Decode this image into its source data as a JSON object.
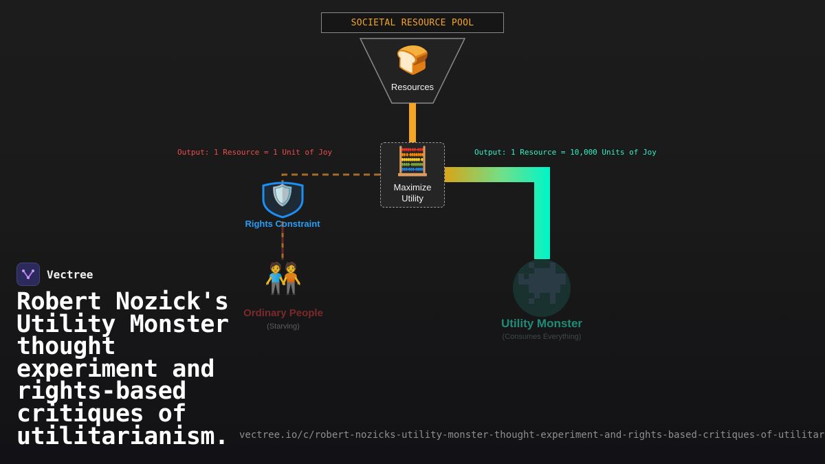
{
  "diagram": {
    "pool_title": "SOCIETAL RESOURCE POOL",
    "resources": {
      "emoji": "🍞",
      "label": "Resources"
    },
    "calculator": {
      "emoji": "🧮",
      "line1": "Maximize",
      "line2": "Utility"
    },
    "output_left": "Output: 1 Resource = 1 Unit of Joy",
    "output_right": "Output: 1 Resource = 10,000 Units of Joy",
    "rights": {
      "emoji": "🛡️",
      "label": "Rights Constraint"
    },
    "people": {
      "emoji": "🧑‍🤝‍🧑",
      "label": "Ordinary People",
      "sub": "(Starving)"
    },
    "monster": {
      "emoji": "👾",
      "label": "Utility Monster",
      "sub": "(Consumes Everything)"
    },
    "colors": {
      "resource_orange": "#f6a623",
      "monster_teal": "#00f5c8",
      "rights_blue": "#2a9df4",
      "people_red": "#7a2a2a"
    }
  },
  "brand": {
    "name": "Vectree"
  },
  "title": "Robert Nozick's Utility Monster thought experiment and rights-based critiques of utilitarianism.",
  "url": "vectree.io/c/robert-nozicks-utility-monster-thought-experiment-and-rights-based-critiques-of-utilitarianism"
}
